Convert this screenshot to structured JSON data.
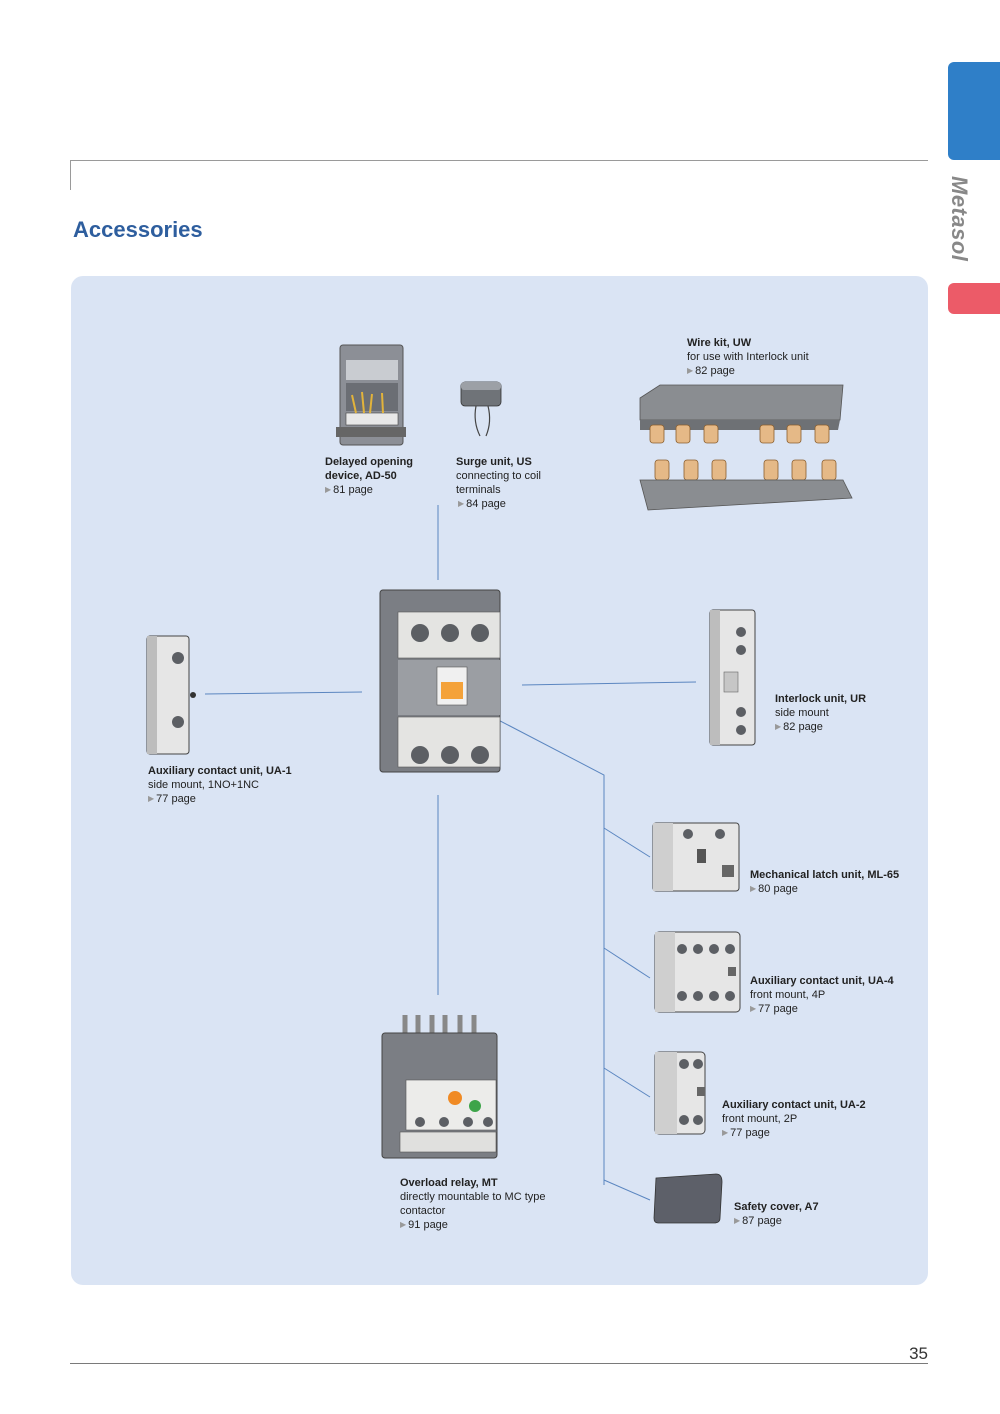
{
  "side_tab": {
    "label": "Metasol",
    "color_primary": "#2f7fc8",
    "color_secondary": "#ec5b68"
  },
  "section_title": "Accessories",
  "page_number": "35",
  "accessories": [
    {
      "id": "ad50",
      "name": "Delayed opening device, AD-50",
      "name_line1": "Delayed opening",
      "name_line2": "device, AD-50",
      "desc_lines": [],
      "page": "81 page"
    },
    {
      "id": "us",
      "name": "Surge unit, US",
      "desc_lines": [
        "connecting to coil",
        "terminals"
      ],
      "page": "84 page"
    },
    {
      "id": "uw",
      "name": "Wire kit, UW",
      "desc_lines": [
        "for use with Interlock unit"
      ],
      "page": "82 page"
    },
    {
      "id": "ua1",
      "name": "Auxiliary contact unit, UA-1",
      "desc_lines": [
        "side mount, 1NO+1NC"
      ],
      "page": "77 page"
    },
    {
      "id": "ur",
      "name": "Interlock unit, UR",
      "desc_lines": [
        "side mount"
      ],
      "page": "82 page"
    },
    {
      "id": "ml65",
      "name": "Mechanical latch unit, ML-65",
      "desc_lines": [],
      "page": "80 page"
    },
    {
      "id": "ua4",
      "name": "Auxiliary contact unit, UA-4",
      "desc_lines": [
        "front mount, 4P"
      ],
      "page": "77 page"
    },
    {
      "id": "ua2",
      "name": "Auxiliary contact unit, UA-2",
      "desc_lines": [
        "front mount, 2P"
      ],
      "page": "77 page"
    },
    {
      "id": "mt",
      "name": "Overload relay, MT",
      "desc_lines": [
        "directly mountable to MC type",
        "contactor"
      ],
      "page": "91 page"
    },
    {
      "id": "a7",
      "name": "Safety cover, A7",
      "desc_lines": [],
      "page": "87 page"
    }
  ],
  "colors": {
    "title": "#2e5e9e",
    "panel": "#dae4f4",
    "connector": "#5b86c0"
  }
}
